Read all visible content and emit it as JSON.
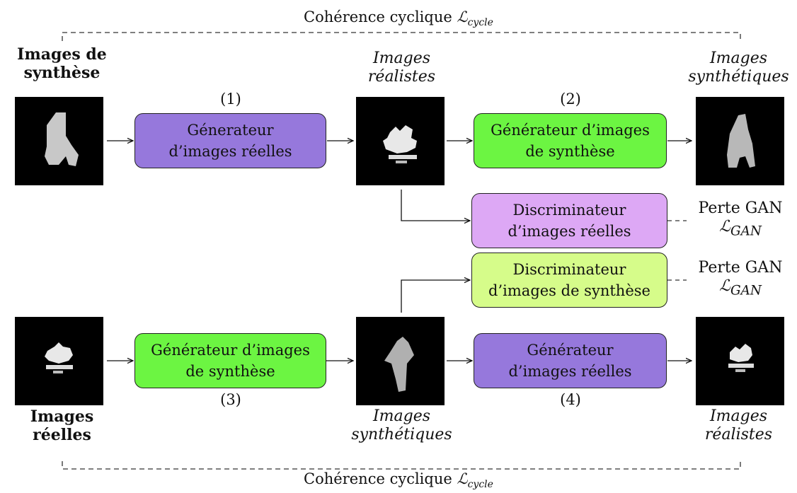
{
  "cycle_label_top": {
    "text": "Cohérence cyclique ",
    "symbol": "ℒ",
    "subscript": "cycle"
  },
  "cycle_label_bottom": {
    "text": "Cohérence cyclique ",
    "symbol": "ℒ",
    "subscript": "cycle"
  },
  "labels": {
    "synth_images": [
      "Images de",
      "synthèse"
    ],
    "real_images": [
      "Images",
      "réelles"
    ],
    "realistic_top": [
      "Images",
      "réalistes"
    ],
    "synthetic_top_right": [
      "Images",
      "synthétiques"
    ],
    "synthetic_bottom": [
      "Images",
      "synthétiques"
    ],
    "realistic_bottom_right": [
      "Images",
      "réalistes"
    ]
  },
  "steps": [
    "(1)",
    "(2)",
    "(3)",
    "(4)"
  ],
  "boxes": {
    "gen_real_1": {
      "line1": "Génerateur",
      "line2": "d’images réelles",
      "color": "#9678dc"
    },
    "gen_synth_2": {
      "line1": "Générateur d’images",
      "line2": "de synthèse",
      "color": "#6cf542"
    },
    "disc_real": {
      "line1": "Discriminateur",
      "line2": "d’images réelles",
      "color": "#dda8f5"
    },
    "disc_synth": {
      "line1": "Discriminateur",
      "line2": "d’images de synthèse",
      "color": "#d6fc8a"
    },
    "gen_synth_3": {
      "line1": "Générateur d’images",
      "line2": "de synthèse",
      "color": "#6cf542"
    },
    "gen_real_4": {
      "line1": "Générateur",
      "line2": "d’images réelles",
      "color": "#9678dc"
    }
  },
  "losses": {
    "gan_1": {
      "text": "Perte GAN",
      "symbol": "ℒ",
      "subscript": "GAN"
    },
    "gan_2": {
      "text": "Perte GAN",
      "symbol": "ℒ",
      "subscript": "GAN"
    }
  },
  "colors": {
    "arrow": "#111111",
    "image_bg": "#000000",
    "silhouette": "#c8c8c8"
  }
}
